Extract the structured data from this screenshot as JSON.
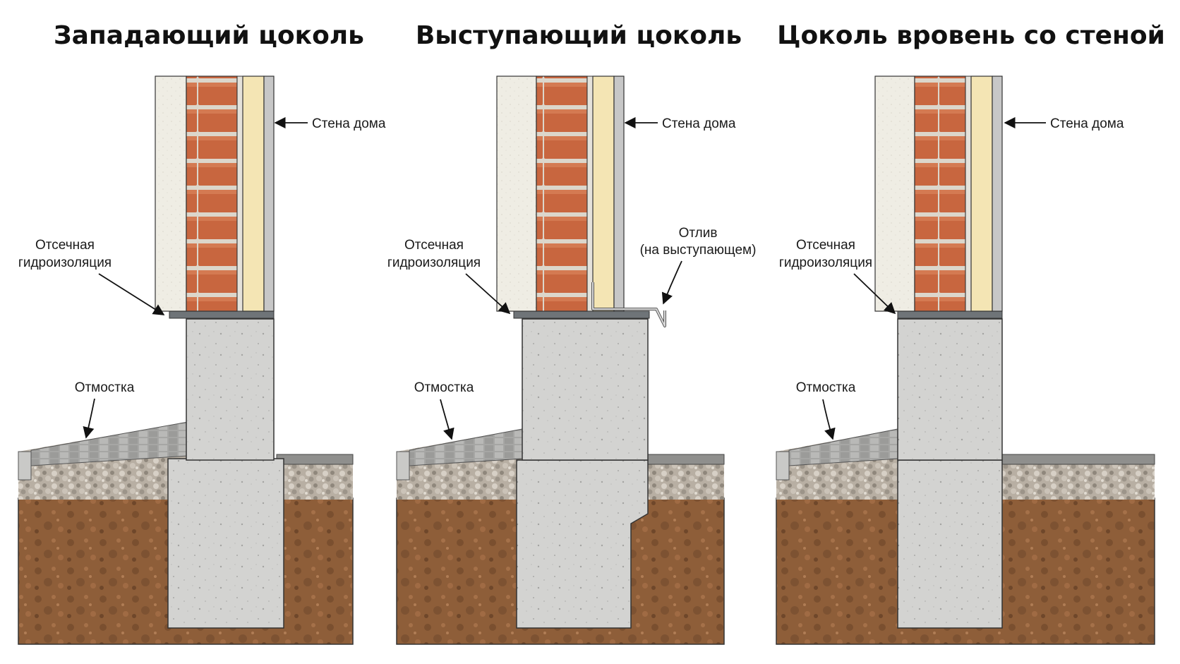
{
  "panels": [
    {
      "title": "Западающий цоколь",
      "labels": {
        "wall": "Стена дома",
        "waterproofing_1": "Отсечная",
        "waterproofing_2": "гидроизоляция",
        "blind_area": "Отмостка"
      }
    },
    {
      "title": "Выступающий цоколь",
      "labels": {
        "wall": "Стена дома",
        "waterproofing_1": "Отсечная",
        "waterproofing_2": "гидроизоляция",
        "blind_area": "Отмостка",
        "drip_1": "Отлив",
        "drip_2": "(на выступающем)"
      }
    },
    {
      "title": "Цоколь вровень со стеной",
      "labels": {
        "wall": "Стена дома",
        "waterproofing_1": "Отсечная",
        "waterproofing_2": "гидроизоляция",
        "blind_area": "Отмостка"
      }
    }
  ],
  "colors": {
    "plaster": "#efede4",
    "brick": "#c8663f",
    "mortar": "#dcd6cb",
    "insulation": "#f4e5b4",
    "cladding": "#c7c7c7",
    "concrete": "#d2d2d0",
    "waterproofing": "#6f7478",
    "gravel": "#b4aa9e",
    "soil": "#8e5e39",
    "paving": "#a7a7a5",
    "outline": "#333333"
  }
}
